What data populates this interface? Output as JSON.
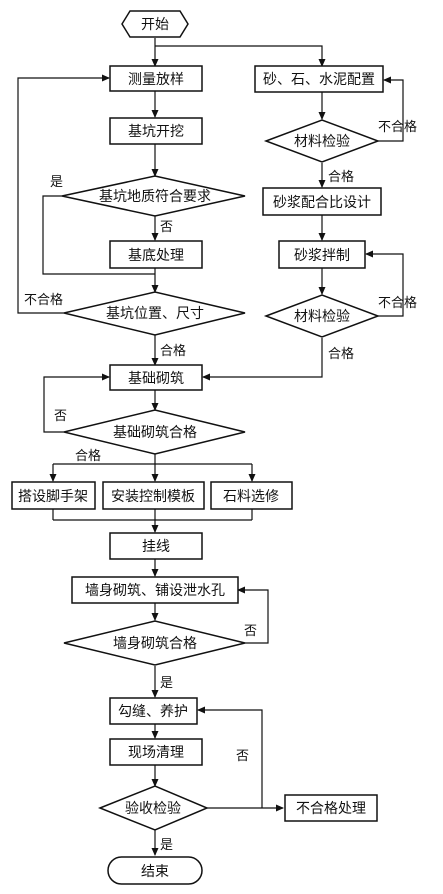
{
  "nodes": {
    "start": "开始",
    "survey": "测量放样",
    "excavate": "基坑开挖",
    "geology_check": "基坑地质符合要求",
    "base_treat": "基底处理",
    "pit_check": "基坑位置、尺寸",
    "masonry_base": "基础砌筑",
    "base_ok_check": "基础砌筑合格",
    "scaffold": "搭设脚手架",
    "formwork": "安装控制模板",
    "stone": "石料选修",
    "hang_line": "挂线",
    "wall_build": "墙身砌筑、铺设泄水孔",
    "wall_check": "墙身砌筑合格",
    "joint": "勾缝、养护",
    "cleanup": "现场清理",
    "accept_check": "验收检验",
    "end": "结束",
    "material_prep": "砂、石、水泥配置",
    "material_check": "材料检验",
    "mix_design": "砂浆配合比设计",
    "mix": "砂浆拌制",
    "material_check2": "材料检验",
    "reject_handle": "不合格处理"
  },
  "labels": {
    "yes_geology": "是",
    "no_geology": "否",
    "fail_pit": "不合格",
    "pass_pit": "合格",
    "no_base": "否",
    "pass_base": "合格",
    "no_wall": "否",
    "yes_wall": "是",
    "no_accept": "否",
    "yes_accept": "是",
    "fail_mat1": "不合格",
    "pass_mat1": "合格",
    "fail_mat2": "不合格",
    "pass_mat2": "合格"
  }
}
